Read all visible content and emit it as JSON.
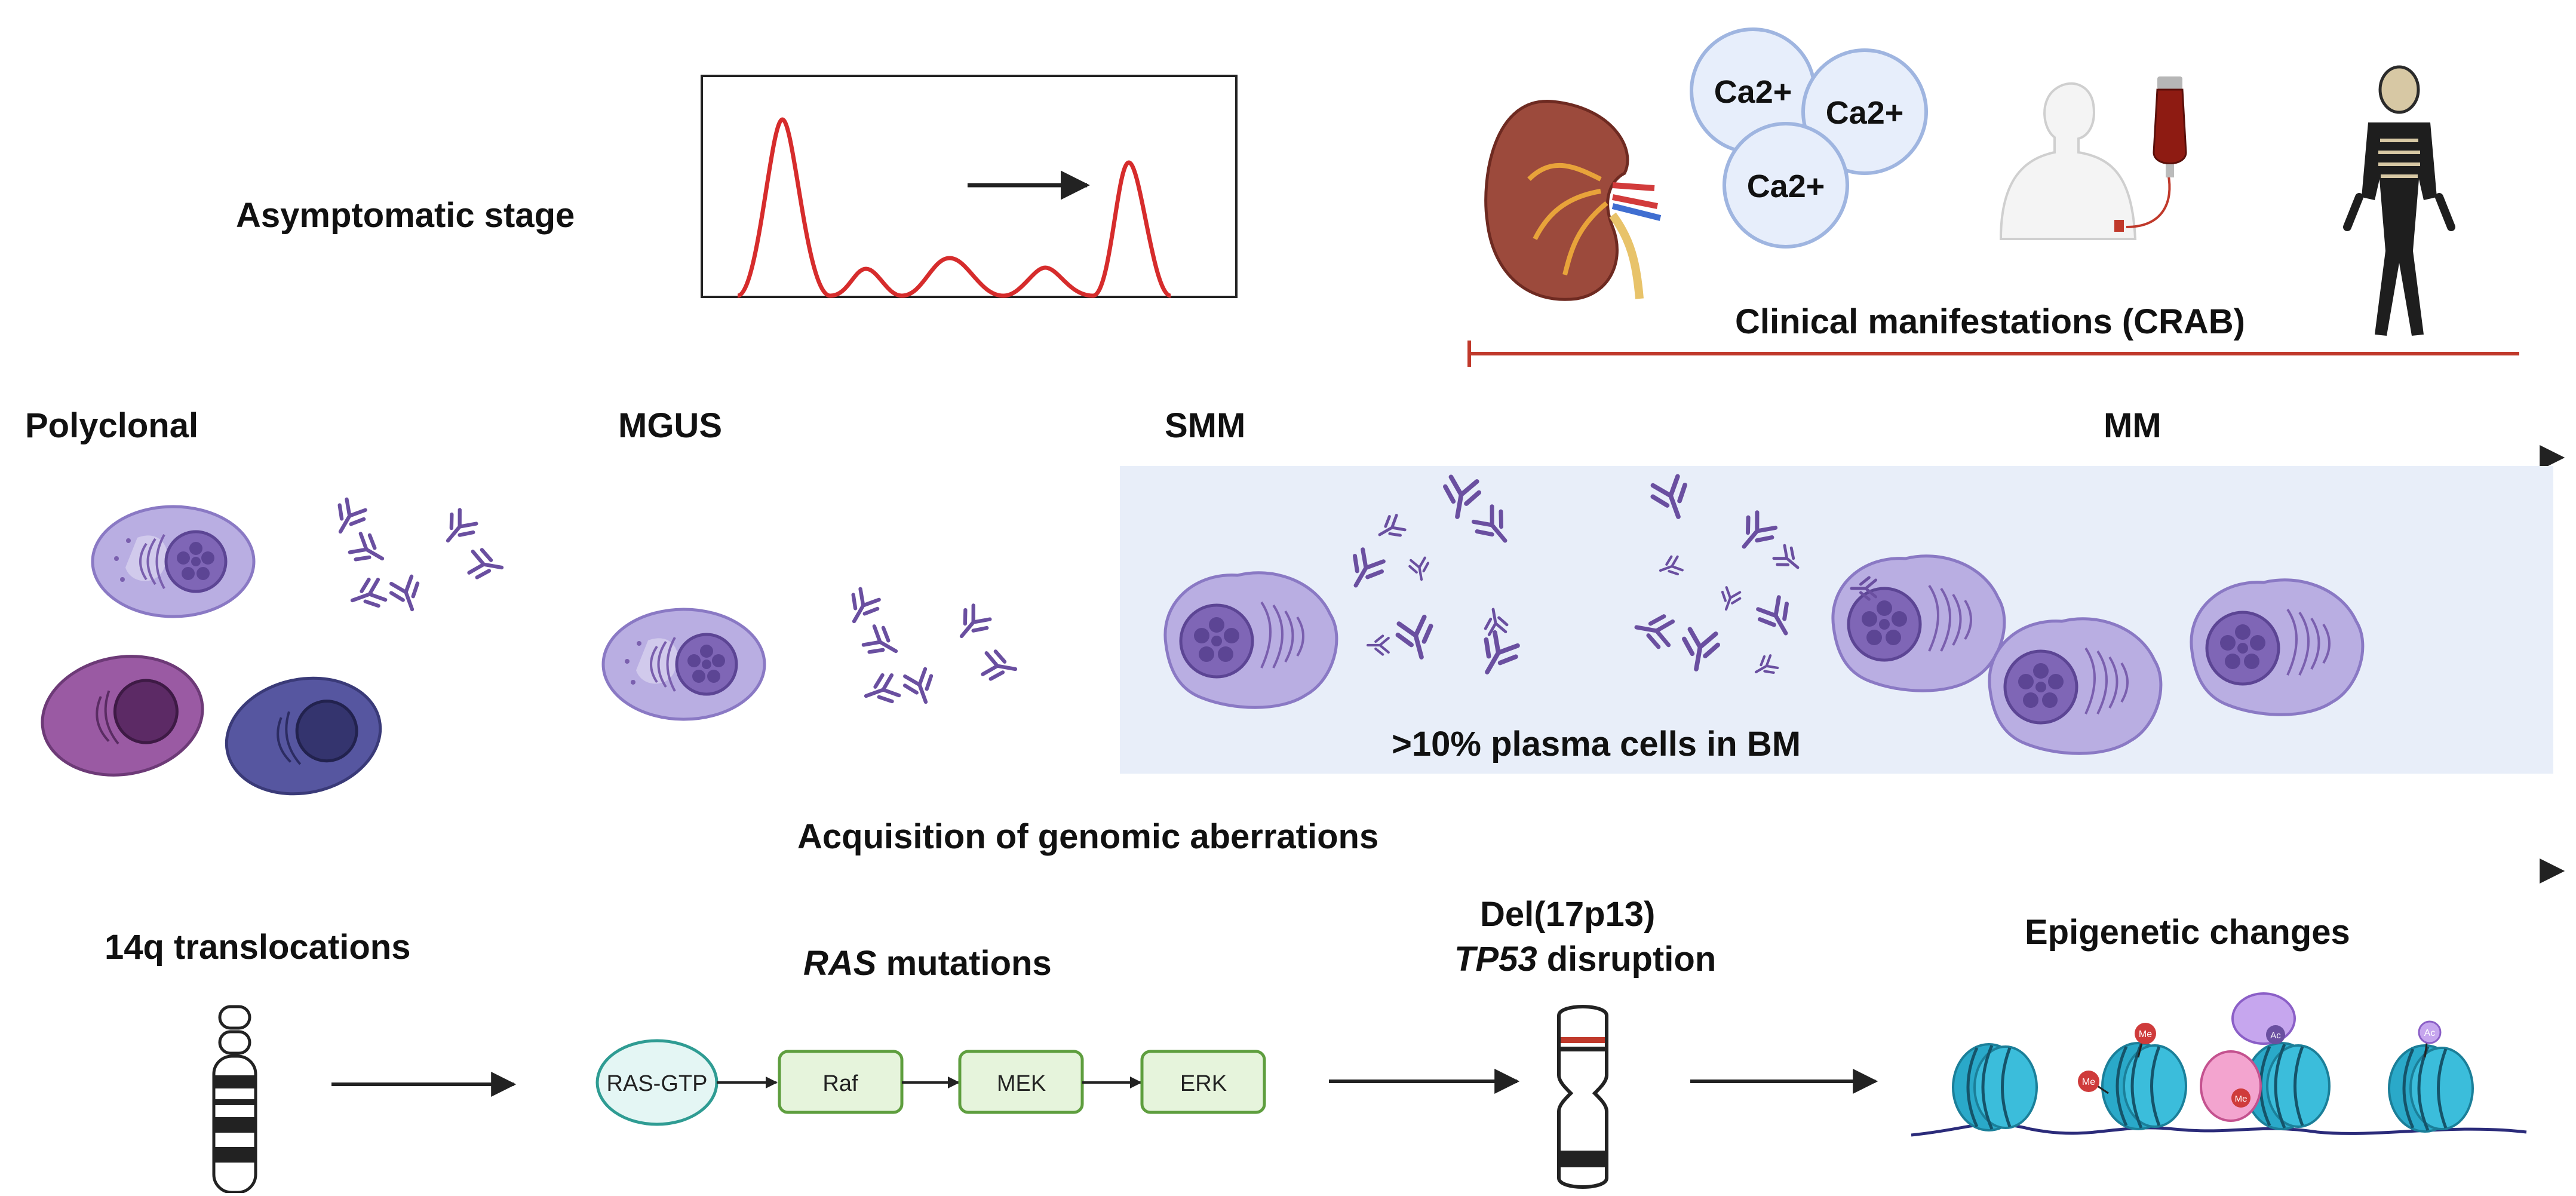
{
  "stages": {
    "asymptomatic": "Asymptomatic stage",
    "clinical": "Clinical manifestations (CRAB)",
    "polyclonal": "Polyclonal",
    "mgus": "MGUS",
    "smm": "SMM",
    "mm": "MM",
    "bm_note": ">10% plasma cells  in BM"
  },
  "calcium": [
    "Ca2+",
    "Ca2+",
    "Ca2+"
  ],
  "genomic": {
    "title": "Acquisition of genomic aberrations",
    "translocation": "14q translocations",
    "ras_italic": "RAS",
    "ras_rest": " mutations",
    "del_line1": "Del(17p13)",
    "tp53_italic": "TP53",
    "tp53_rest": " disruption",
    "epigenetic": "Epigenetic changes"
  },
  "pathway": [
    "RAS-GTP",
    "Raf",
    "MEK",
    "ERK"
  ],
  "marks": {
    "methyl": "Me",
    "acetyl": "Ac"
  },
  "colors": {
    "timeline_red": "#c0392b",
    "bm_background": "#e8eef9",
    "cell": "#b3a7dc",
    "cell_nucleus": "#7a5fae",
    "antibody": "#6a4fa0",
    "nucleosome": "#2aa9c9",
    "pathway_box": "#e6f4dc",
    "pathway_stroke": "#5e9e3e",
    "ras_fill": "#e4f6f4",
    "ras_stroke": "#2f9c93",
    "calcium_fill": "#e7eefb",
    "calcium_stroke": "#9fb5e0"
  },
  "icons": [
    "kidney-icon",
    "calcium-bubble-icon",
    "patient-transfusion-icon",
    "skeleton-icon",
    "chromosome-icon",
    "nucleosome-icon",
    "plasma-cell-icon",
    "antibody-icon"
  ]
}
